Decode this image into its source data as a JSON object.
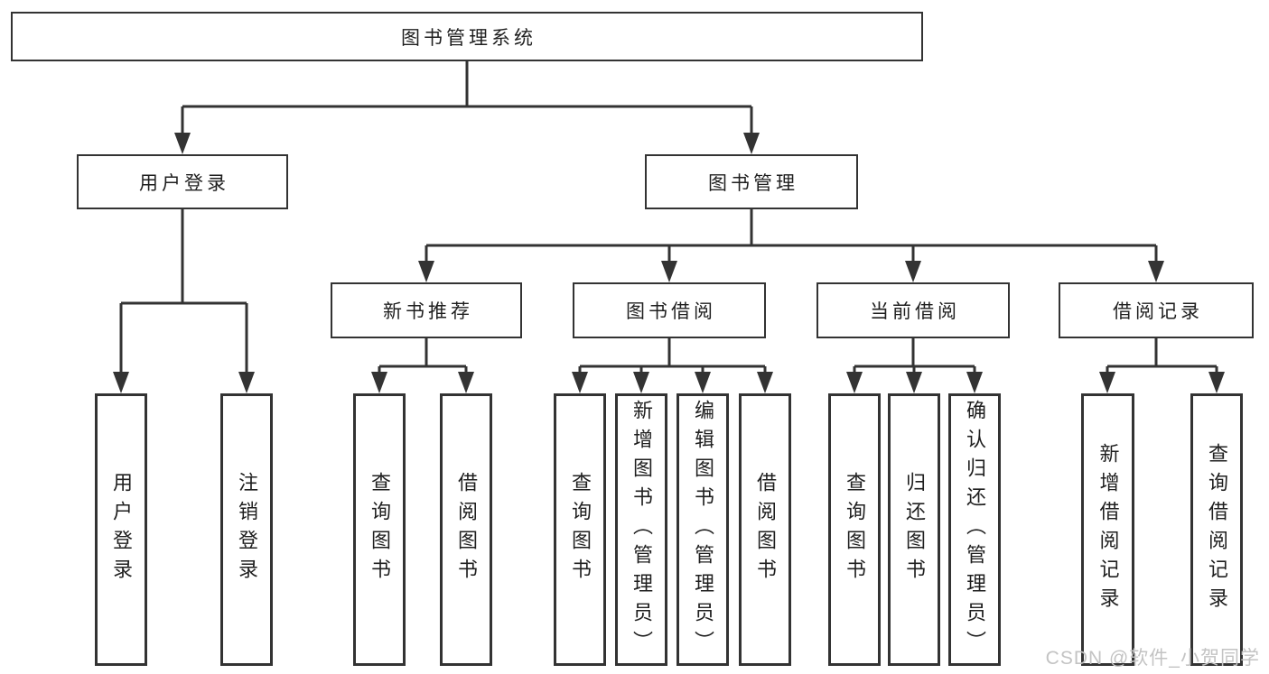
{
  "diagram_title": "图书管理系统",
  "tree": {
    "label": "图书管理系统",
    "children": [
      {
        "label": "用户登录",
        "children": [
          {
            "label": "用户登录"
          },
          {
            "label": "注销登录"
          }
        ]
      },
      {
        "label": "图书管理",
        "children": [
          {
            "label": "新书推荐",
            "children": [
              {
                "label": "查询图书"
              },
              {
                "label": "借阅图书"
              }
            ]
          },
          {
            "label": "图书借阅",
            "children": [
              {
                "label": "查询图书"
              },
              {
                "label": "新增图书（管理员）"
              },
              {
                "label": "编辑图书（管理员）"
              },
              {
                "label": "借阅图书"
              }
            ]
          },
          {
            "label": "当前借阅",
            "children": [
              {
                "label": "查询图书"
              },
              {
                "label": "归还图书"
              },
              {
                "label": "确认归还（管理员）"
              }
            ]
          },
          {
            "label": "借阅记录",
            "children": [
              {
                "label": "新增借阅记录"
              },
              {
                "label": "查询借阅记录"
              }
            ]
          }
        ]
      }
    ]
  },
  "watermark": "CSDN @软件_小贺同学",
  "colors": {
    "line": "#333333",
    "text": "#1f1f1f",
    "watermark": "#c3c3c3",
    "background": "#ffffff"
  }
}
